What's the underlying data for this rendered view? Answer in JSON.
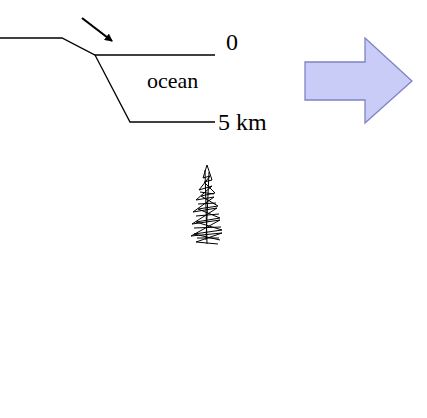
{
  "diagram": {
    "labels": [
      "0",
      "ocean",
      "5 km"
    ]
  }
}
